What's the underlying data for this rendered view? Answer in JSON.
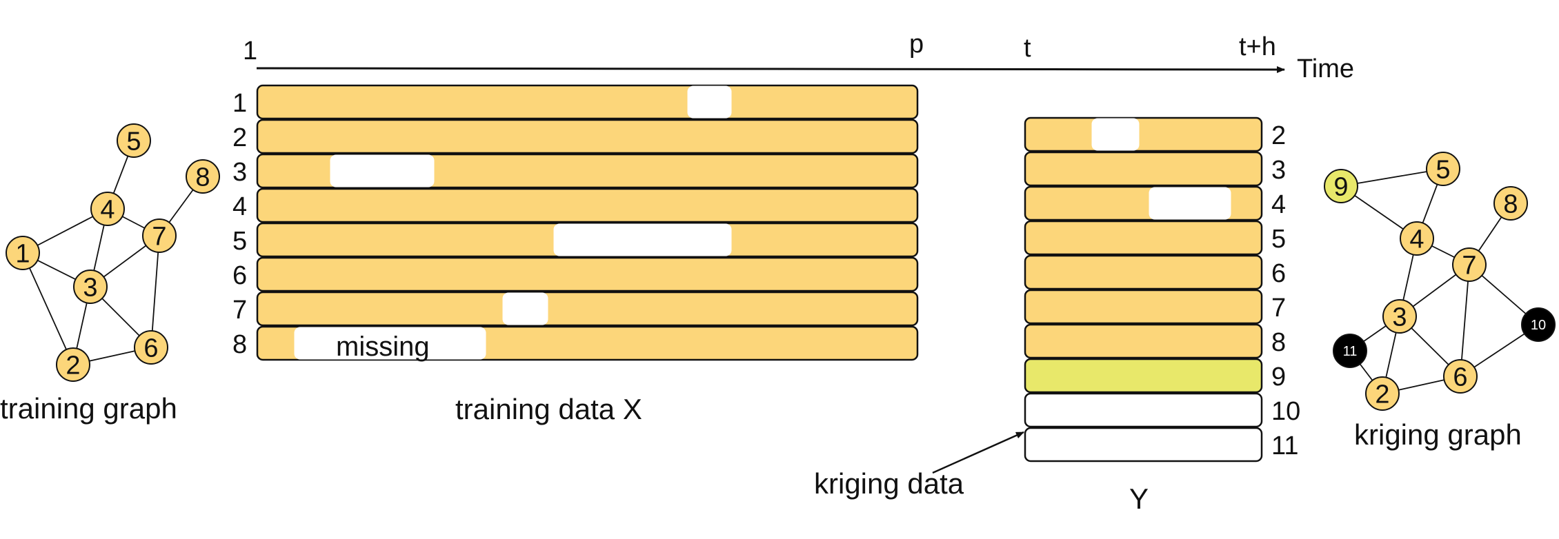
{
  "time_axis": {
    "labels": [
      "1",
      "p",
      "t",
      "t+h"
    ],
    "title": "Time"
  },
  "training": {
    "row_labels": [
      "1",
      "2",
      "3",
      "4",
      "5",
      "6",
      "7",
      "8"
    ],
    "missing_label": "missing",
    "caption": "training data X"
  },
  "kriging_block": {
    "row_labels": [
      "2",
      "3",
      "4",
      "5",
      "6",
      "7",
      "8",
      "9",
      "10",
      "11"
    ],
    "caption": "Y",
    "arrow_label": "kriging data"
  },
  "training_graph": {
    "caption": "training graph",
    "nodes": [
      "1",
      "2",
      "3",
      "4",
      "5",
      "6",
      "7",
      "8"
    ]
  },
  "kriging_graph": {
    "caption": "kriging graph",
    "nodes": [
      "2",
      "3",
      "4",
      "5",
      "6",
      "7",
      "8",
      "9",
      "10",
      "11"
    ]
  },
  "colors": {
    "observed": "#fcd67a",
    "new_node": "#e8e86a",
    "unobserved": "#000000",
    "missing": "#ffffff"
  }
}
